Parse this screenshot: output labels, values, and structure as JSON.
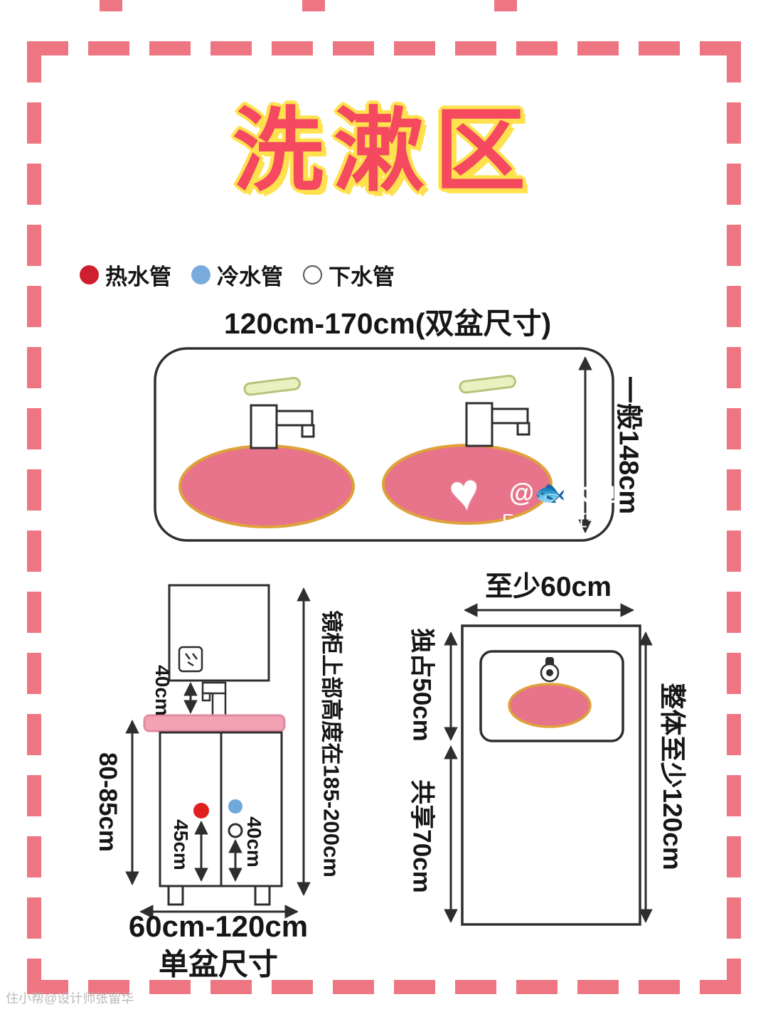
{
  "title": "洗漱区",
  "legend": {
    "items": [
      {
        "label": "热水管",
        "color": "#cf1f2e"
      },
      {
        "label": "冷水管",
        "color": "#7aabde"
      },
      {
        "label": "下水管",
        "color": "#ffffff"
      }
    ]
  },
  "double_basin": {
    "width_label": "120cm-170cm(双盆尺寸)",
    "height_label": "一般148cm"
  },
  "single_basin": {
    "gap_label": "40cm",
    "cabinet_height_label": "80-85cm",
    "hot_pipe_height_label": "45cm",
    "drain_height_label": "40cm",
    "mirror_note": "镜柜上部高度在185-200cm",
    "width_label": "60cm-120cm",
    "width_caption": "单盆尺寸"
  },
  "top_view": {
    "depth_label": "至少60cm",
    "exclusive_label": "独占50cm",
    "shared_label": "共享70cm",
    "total_label": "整体至少120cm"
  },
  "watermark": {
    "heart": "♥",
    "handle": "@🐟大鱼",
    "source": "From 小红书"
  },
  "footer_watermark": "住小帮@设计师张留华",
  "colors": {
    "frame": "#ed7682",
    "title": "#f4495e",
    "title_glow": "#ffe14d",
    "hot": "#cf1f2e",
    "cold": "#7aabde",
    "basin_fill": "#e7748b",
    "basin_stroke": "#dfa23a",
    "counter_fill": "#f2a2b2",
    "line": "#2e2e2e"
  }
}
